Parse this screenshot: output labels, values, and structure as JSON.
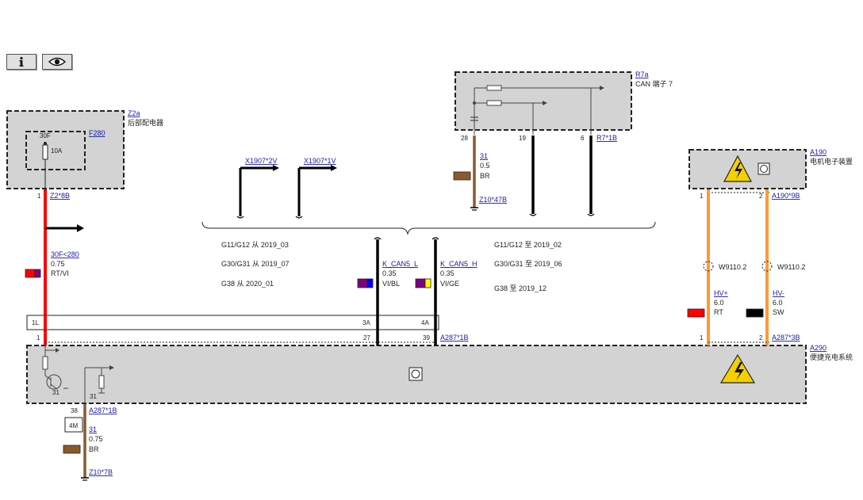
{
  "components": {
    "z2a": {
      "id": "Z2a",
      "name": "后部配电器"
    },
    "r7a": {
      "id": "R7a",
      "name": "CAN 端子 7"
    },
    "a190": {
      "id": "A190",
      "name": "电机电子装置"
    },
    "a290": {
      "id": "A290",
      "name": "便捷充电系统"
    }
  },
  "fuse": {
    "id": "F280",
    "terminal": "30F",
    "rating": "10A"
  },
  "connectors": {
    "z2_8b": "Z2*8B",
    "r7_1b": "R7*1B",
    "a190_9b": "A190*9B",
    "a287_1b_top": "A287*1B",
    "a287_3b": "A287*3B",
    "a287_1b_bottom": "A287*1B",
    "x1907_2v": "X1907*2V",
    "x1907_1v": "X1907*1V",
    "z10_47b": "Z10*47B",
    "z10_7b": "Z10*7B"
  },
  "pins": {
    "z2_1": "1",
    "r7_28": "28",
    "r7_19": "19",
    "r7_6": "6",
    "a190_1": "1",
    "a190_2": "2",
    "a287_1": "1",
    "a287_27": "27",
    "a287_39": "39",
    "a287_hv1": "1",
    "a287_hv2": "2",
    "a287_38": "38"
  },
  "wires": {
    "w30f": {
      "name": "30F<280",
      "size": "0.75",
      "color": "RT/VI",
      "c1": "#ff0000",
      "c2": "#800080"
    },
    "w31_top": {
      "name": "31",
      "size": "0.5",
      "color": "BR",
      "c1": "#8b5a2b",
      "c2": "#8b5a2b"
    },
    "can_l": {
      "name": "K_CAN5_L",
      "size": "0.35",
      "color": "VI/BL",
      "c1": "#800080",
      "c2": "#0000ff"
    },
    "can_h": {
      "name": "K_CAN5_H",
      "size": "0.35",
      "color": "VI/GE",
      "c1": "#800080",
      "c2": "#ffff00"
    },
    "hv_plus": {
      "name": "HV+",
      "size": "6.0",
      "color": "RT",
      "c1": "#ff0000",
      "c2": "#ff0000"
    },
    "hv_minus": {
      "name": "HV-",
      "size": "6.0",
      "color": "SW",
      "c1": "#000000",
      "c2": "#000000"
    },
    "w31_bottom": {
      "name": "31",
      "size": "0.75",
      "color": "BR",
      "c1": "#8b5a2b",
      "c2": "#8b5a2b"
    }
  },
  "shields": {
    "s1": "W9110.2",
    "s2": "W9110.2"
  },
  "variants_left": [
    "G11/G12 从 2019_03",
    "G30/G31 从 2019_07",
    "G38 从 2020_01"
  ],
  "variants_right": [
    "G11/G12 至 2019_02",
    "G30/G31 至 2019_06",
    "G38 至 2019_12"
  ],
  "bar_labels": {
    "l1": "1L",
    "l3a": "3A",
    "l4a": "4A"
  },
  "ground_labels": {
    "g1": "31",
    "g2": "31"
  },
  "bottom_connector": "4M",
  "colors": {
    "box_fill": "#d3d3d3",
    "red_wire": "#ff0000",
    "orange_wire": "#ff9933",
    "brown_wire": "#8b5a2b",
    "warning": "#f5d000"
  }
}
